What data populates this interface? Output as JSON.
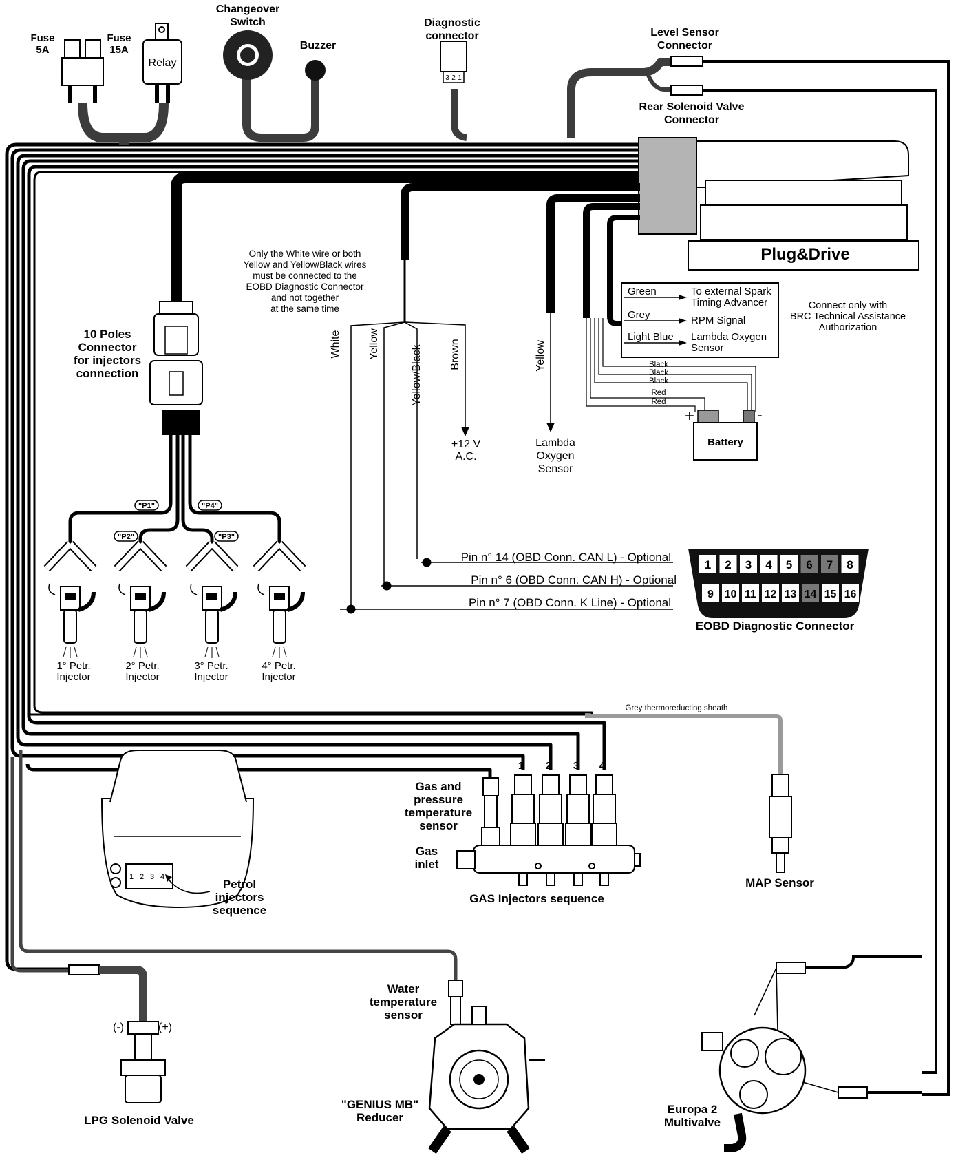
{
  "labels": {
    "fuse5a_1": "Fuse",
    "fuse5a_2": "5A",
    "fuse15a_1": "Fuse",
    "fuse15a_2": "15A",
    "relay": "Relay",
    "changeover_1": "Changeover",
    "changeover_2": "Switch",
    "buzzer": "Buzzer",
    "diag_1": "Diagnostic",
    "diag_2": "connector",
    "diag_pins": [
      "3",
      "2",
      "1"
    ],
    "level_1": "Level Sensor",
    "level_2": "Connector",
    "rear_1": "Rear Solenoid Valve",
    "rear_2": "Connector",
    "plugdrive": "Plug&Drive",
    "note_lines": [
      "Only the White wire or both",
      "Yellow and Yellow/Black wires",
      "must be connected to the",
      "EOBD Diagnostic Connector",
      "and not together",
      "at the same time"
    ],
    "poles_lines": [
      "10 Poles",
      "Connector",
      "for injectors",
      "connection"
    ],
    "wire_white": "White",
    "wire_yellow": "Yellow",
    "wire_yellowblack": "Yellow/Black",
    "wire_brown": "Brown",
    "wire_yellow2": "Yellow",
    "v12_1": "+12 V",
    "v12_2": "A.C.",
    "lambda_lines": [
      "Lambda",
      "Oxygen",
      "Sensor"
    ],
    "box_green": "Green",
    "box_grey": "Grey",
    "box_lightblue": "Light Blue",
    "box_spark_1": "To external Spark",
    "box_spark_2": "Timing Advancer",
    "box_rpm": "RPM Signal",
    "box_lambda_1": "Lambda Oxygen",
    "box_lambda_2": "Sensor",
    "brc_lines": [
      "Connect only with",
      "BRC Technical Assistance",
      "Authorization"
    ],
    "bat_black": [
      "Black",
      "Black",
      "Black"
    ],
    "bat_red": [
      "Red",
      "Red"
    ],
    "plus": "+",
    "minus": "-",
    "battery": "Battery",
    "p1": "\"P1\"",
    "p2": "\"P2\"",
    "p3": "\"P3\"",
    "p4": "\"P4\"",
    "inj1": [
      "1° Petr.",
      "Injector"
    ],
    "inj2": [
      "2° Petr.",
      "Injector"
    ],
    "inj3": [
      "3° Petr.",
      "Injector"
    ],
    "inj4": [
      "4° Petr.",
      "Injector"
    ],
    "pin14": "Pin n° 14 (OBD Conn. CAN L) - Optional",
    "pin6": "Pin n° 6 (OBD Conn. CAN H) - Optional",
    "pin7": "Pin n° 7 (OBD Conn. K Line) - Optional",
    "obd_top": [
      "1",
      "2",
      "3",
      "4",
      "5",
      "6",
      "7",
      "8"
    ],
    "obd_bottom": [
      "9",
      "10",
      "11",
      "12",
      "13",
      "14",
      "15",
      "16"
    ],
    "eobd": "EOBD Diagnostic Connector",
    "sheath": "Grey thermoreducting sheath",
    "gasinj_nums": [
      "1",
      "2",
      "3",
      "4"
    ],
    "gaspress_lines": [
      "Gas and",
      "pressure",
      "temperature",
      "sensor"
    ],
    "gasinlet_lines": [
      "Gas",
      "inlet"
    ],
    "gasinj_seq": "GAS Injectors sequence",
    "map": "MAP Sensor",
    "car_nums": [
      "1",
      "2",
      "3",
      "4"
    ],
    "petrol_seq": [
      "Petrol",
      "injectors",
      "sequence"
    ],
    "water_lines": [
      "Water",
      "temperature",
      "sensor"
    ],
    "minus_p": "(-)",
    "plus_p": "(+)",
    "lpg": "LPG Solenoid Valve",
    "genius_1": "\"GENIUS MB\"",
    "genius_2": "Reducer",
    "europa_1": "Europa 2",
    "europa_2": "Multivalve"
  },
  "colors": {
    "wire": "#3c3c3c",
    "grey_cell": "#777777",
    "plug_body": "#b4b4b4",
    "sheath": "#9a9a9a"
  }
}
